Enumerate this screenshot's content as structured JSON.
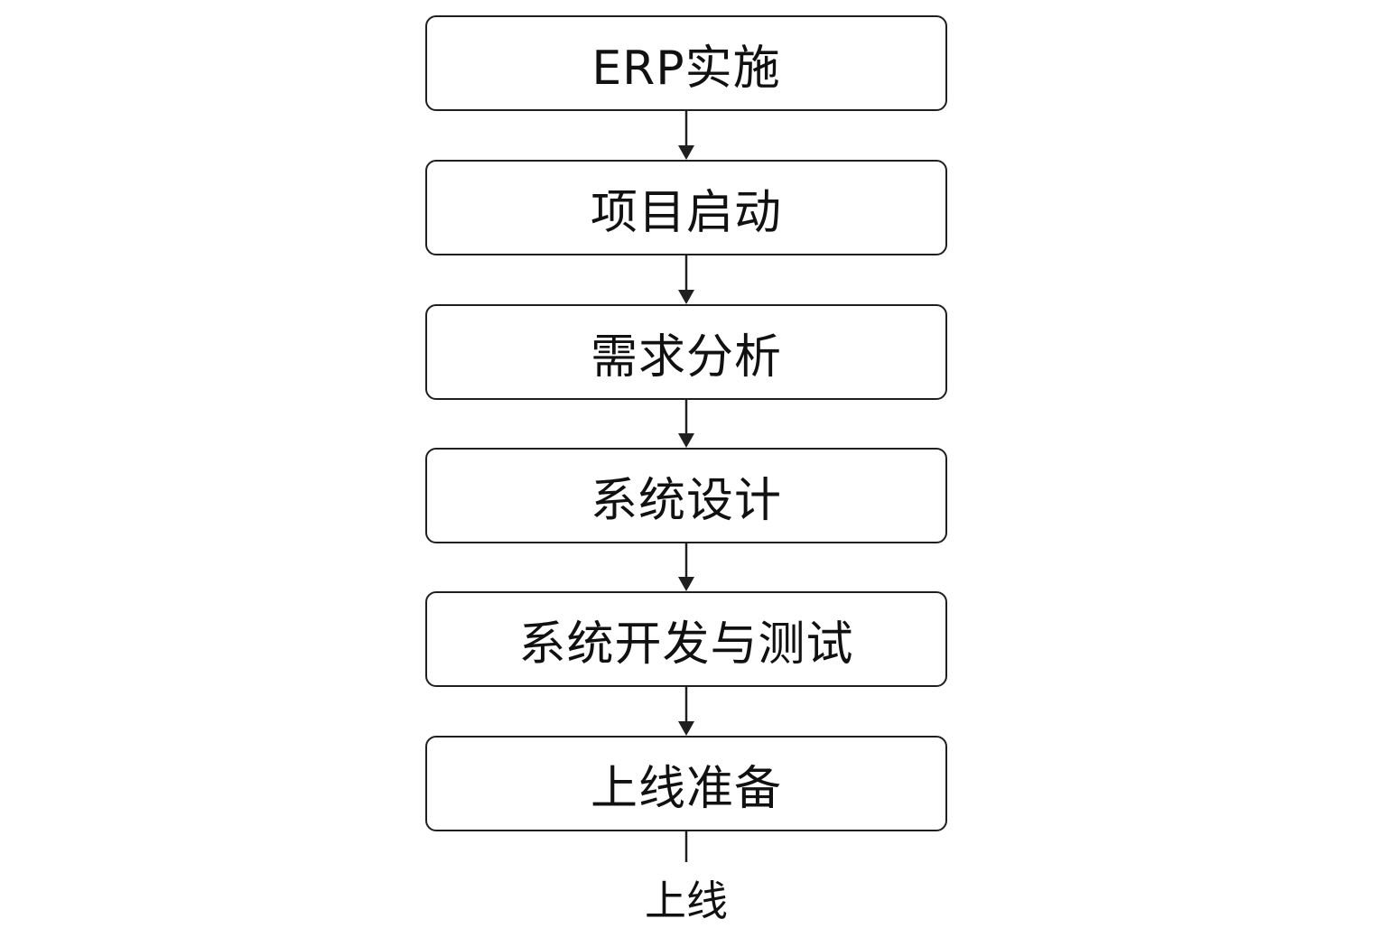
{
  "steps": [
    {
      "label": "ERP实施"
    },
    {
      "label": "项目启动"
    },
    {
      "label": "需求分析"
    },
    {
      "label": "系统设计"
    },
    {
      "label": "系统开发与测试"
    },
    {
      "label": "上线准备"
    }
  ],
  "end_label": "上线",
  "colors": {
    "stroke": "#1f1f1f",
    "text": "#111111",
    "background": "#ffffff"
  }
}
